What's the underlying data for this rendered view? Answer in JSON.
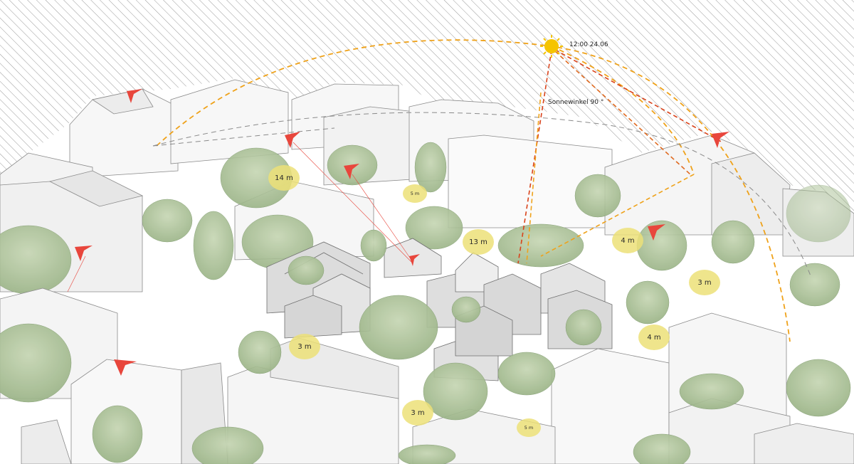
{
  "sun": {
    "time_label": "12:00 24.06",
    "angle_label": "Sonnewinkel 90 °"
  },
  "height_markers": [
    {
      "label": "14 m",
      "size": "big"
    },
    {
      "label": "5 m",
      "size": "small"
    },
    {
      "label": "13 m",
      "size": "big"
    },
    {
      "label": "4 m",
      "size": "big"
    },
    {
      "label": "3 m",
      "size": "big"
    },
    {
      "label": "4 m",
      "size": "big"
    },
    {
      "label": "3 m",
      "size": "big"
    },
    {
      "label": "3 m",
      "size": "big"
    },
    {
      "label": "5 m",
      "size": "small"
    }
  ],
  "colors": {
    "sky_hatch": "#9a9a9a",
    "sun": "#f5c400",
    "sun_ray_red": "#d9421a",
    "sun_path_orange": "#efa21a",
    "kite_red": "#e8463c",
    "tree_green": "#a8bf94",
    "building_wall": "#f5f5f5",
    "building_shade": "#dcdcdc",
    "marker_fill": "#ece078"
  },
  "icons": {
    "sun": "sun-icon",
    "wind_marker": "kite-icon"
  }
}
